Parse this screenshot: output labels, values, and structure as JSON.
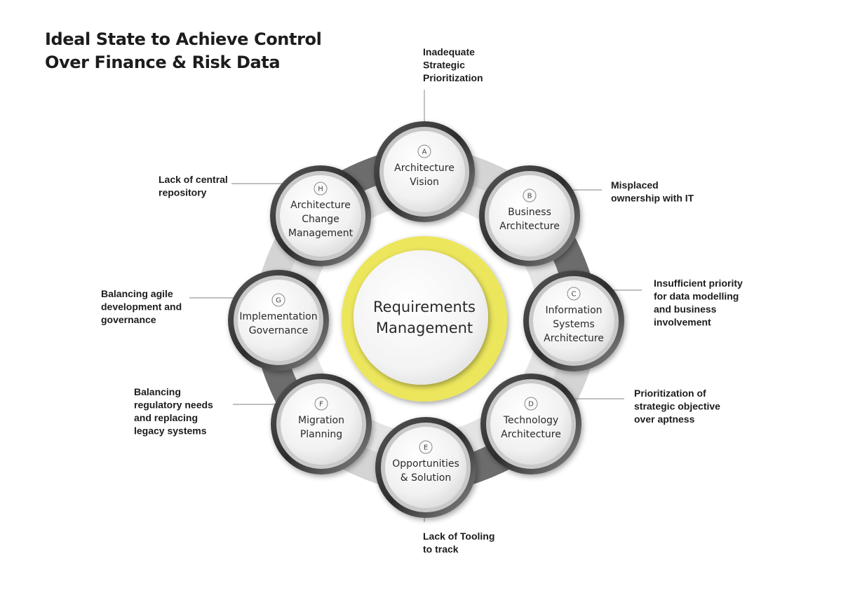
{
  "title": "Ideal State to Achieve Control Over Finance & Risk Data",
  "center": {
    "lines": [
      "Requirements",
      "Management"
    ]
  },
  "nodes": [
    {
      "letter": "A",
      "lines": [
        "Architecture",
        "Vision"
      ],
      "issue": [
        "Inadequate",
        "Strategic",
        "Prioritization"
      ]
    },
    {
      "letter": "B",
      "lines": [
        "Business",
        "Architecture"
      ],
      "issue": [
        "Misplaced",
        "ownership with IT"
      ]
    },
    {
      "letter": "C",
      "lines": [
        "Information",
        "Systems",
        "Architecture"
      ],
      "issue": [
        "Insufficient priority",
        "for data modelling",
        "and business",
        "involvement"
      ]
    },
    {
      "letter": "D",
      "lines": [
        "Technology",
        "Architecture"
      ],
      "issue": [
        "Prioritization of",
        "strategic objective",
        "over aptness"
      ]
    },
    {
      "letter": "E",
      "lines": [
        "Opportunities",
        "& Solution"
      ],
      "issue": [
        "Lack of Tooling",
        "to track"
      ]
    },
    {
      "letter": "F",
      "lines": [
        "Migration",
        "Planning"
      ],
      "issue": [
        "Balancing",
        "regulatory needs",
        "and replacing",
        "legacy systems"
      ]
    },
    {
      "letter": "G",
      "lines": [
        "Implementation",
        "Governance"
      ],
      "issue": [
        "Balancing agile",
        "development and",
        "governance"
      ]
    },
    {
      "letter": "H",
      "lines": [
        "Architecture",
        "Change",
        "Management"
      ],
      "issue": [
        "Lack of central",
        "repository"
      ]
    }
  ],
  "colors": {
    "center_ring": "#ece65c",
    "ribbon_dark": "#6c6c6c",
    "ribbon_light": "#d4d4d4",
    "leader_line": "#9a9a9a"
  }
}
